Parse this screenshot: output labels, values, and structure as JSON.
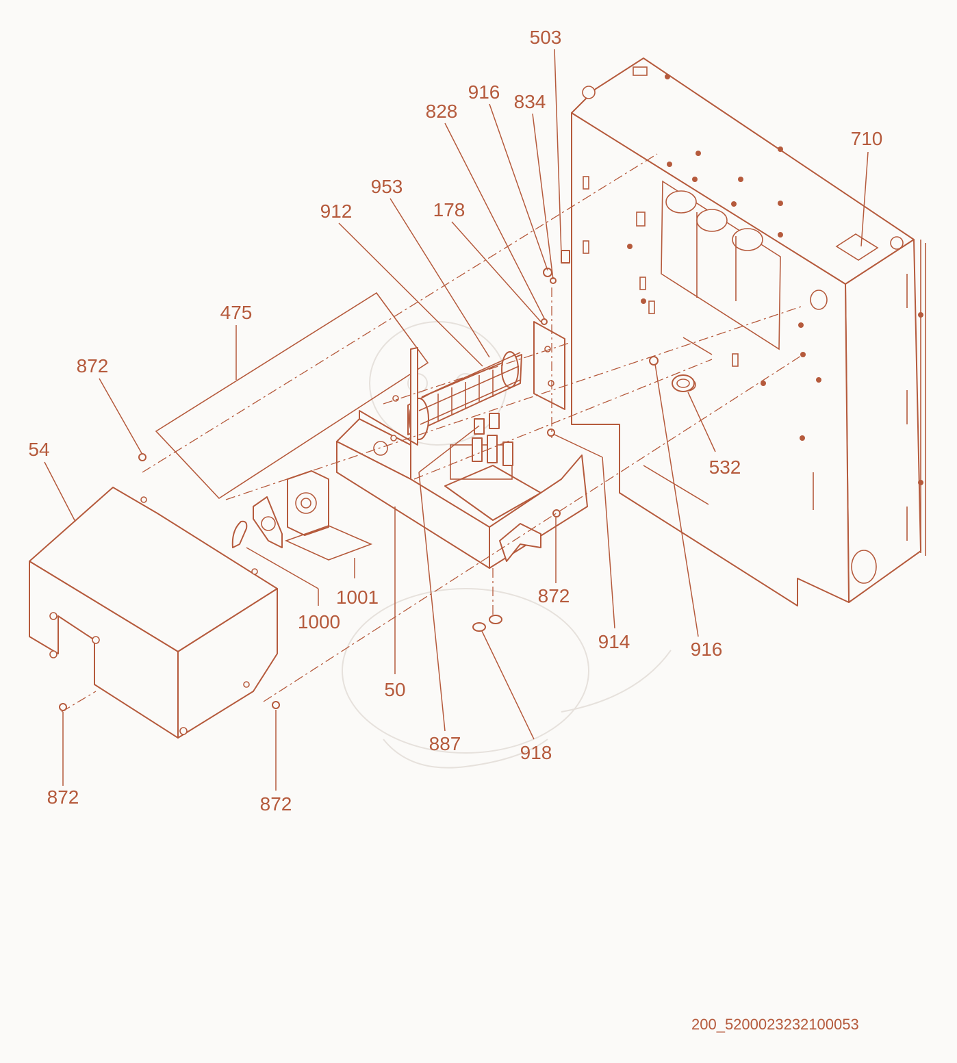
{
  "callouts": [
    {
      "id": "c503",
      "text": "503"
    },
    {
      "id": "c916a",
      "text": "916"
    },
    {
      "id": "c834",
      "text": "834"
    },
    {
      "id": "c828",
      "text": "828"
    },
    {
      "id": "c710",
      "text": "710"
    },
    {
      "id": "c953",
      "text": "953"
    },
    {
      "id": "c912",
      "text": "912"
    },
    {
      "id": "c178",
      "text": "178"
    },
    {
      "id": "c475",
      "text": "475"
    },
    {
      "id": "c872a",
      "text": "872"
    },
    {
      "id": "c54",
      "text": "54"
    },
    {
      "id": "c532",
      "text": "532"
    },
    {
      "id": "c1001",
      "text": "1001"
    },
    {
      "id": "c1000",
      "text": "1000"
    },
    {
      "id": "c872b",
      "text": "872"
    },
    {
      "id": "c914",
      "text": "914"
    },
    {
      "id": "c916b",
      "text": "916"
    },
    {
      "id": "c50",
      "text": "50"
    },
    {
      "id": "c887",
      "text": "887"
    },
    {
      "id": "c918",
      "text": "918"
    },
    {
      "id": "c872c",
      "text": "872"
    },
    {
      "id": "c872d",
      "text": "872"
    }
  ],
  "document_id": "200_5200023232100053",
  "colors": {
    "line": "#b55a3c",
    "background": "#fbfaf8",
    "watermark": "#e6e1dc"
  }
}
